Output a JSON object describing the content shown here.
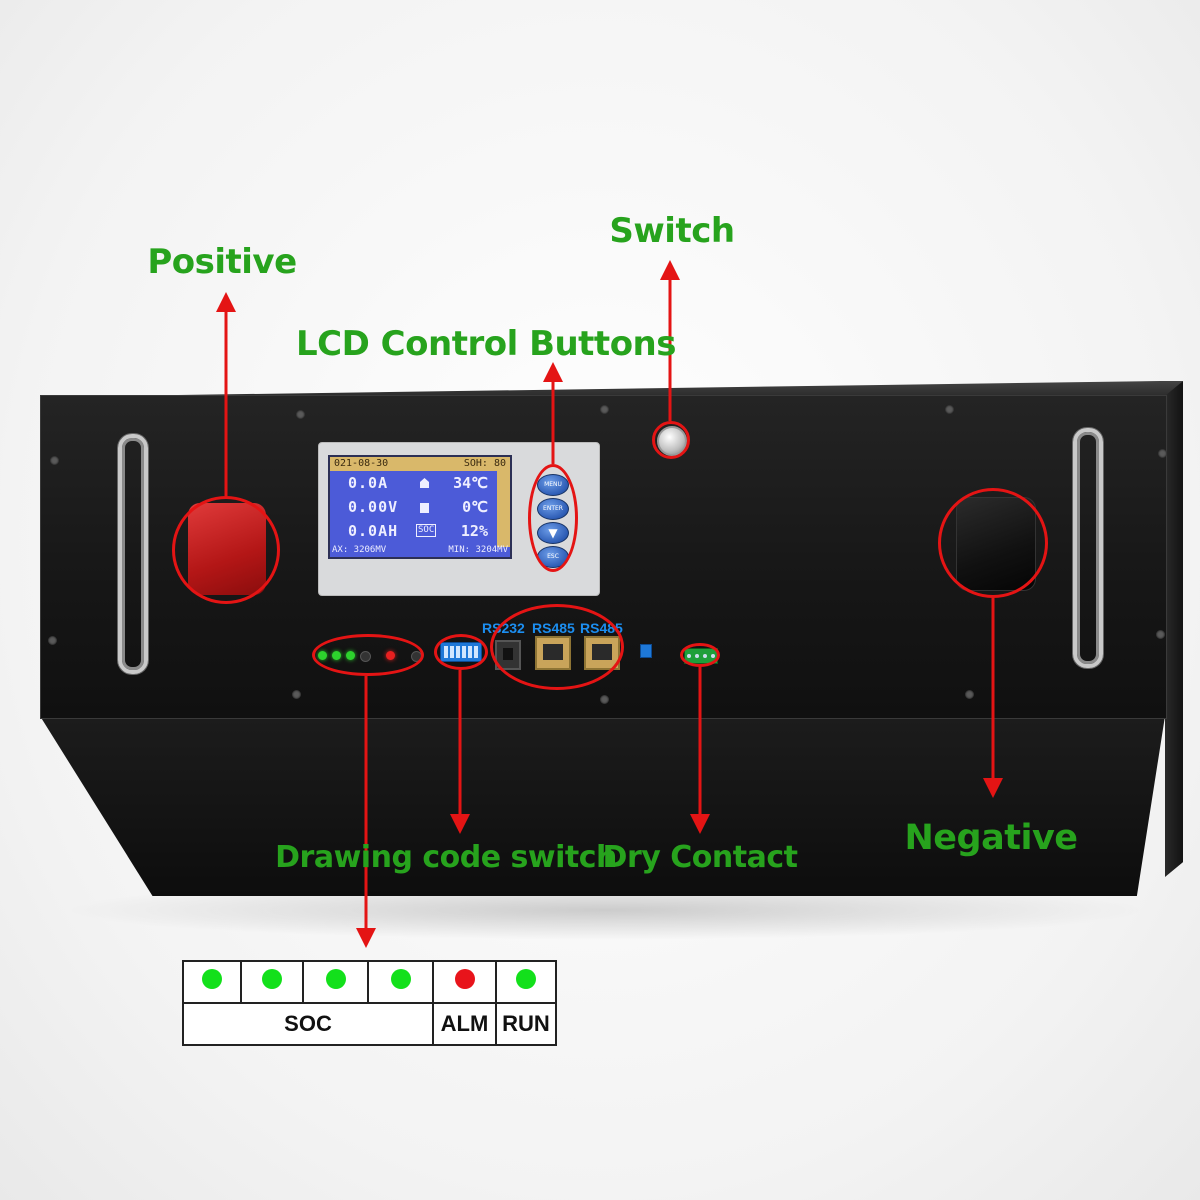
{
  "labels": {
    "positive": "Positive",
    "switch": "Switch",
    "lcd_buttons": "LCD Control Buttons",
    "negative": "Negative",
    "drawing_code_switch": "Drawing code switch",
    "dry_contact": "Dry Contact"
  },
  "lcd": {
    "date": "021-08-30",
    "soh": "SOH: 80",
    "row1_left": "0.0A",
    "row1_right": "34℃",
    "row2_left": "0.00V",
    "row2_right": "0℃",
    "row3_left": "0.0AH",
    "row3_soc": "SOC",
    "row3_right": "12%",
    "max": "AX: 3206MV",
    "min": "MIN: 3204MV"
  },
  "buttons": {
    "menu": "MENU",
    "enter": "ENTER",
    "down": "▼",
    "esc": "ESC"
  },
  "ports": {
    "rs232": "RS232",
    "rs485_a": "RS485",
    "rs485_b": "RS485"
  },
  "legend": {
    "leds": [
      "green",
      "green",
      "green",
      "green",
      "red",
      "green"
    ],
    "soc": "SOC",
    "alm": "ALM",
    "run": "RUN"
  },
  "colors": {
    "label_green": "#27a31d",
    "callout_red": "#e41414",
    "port_label_blue": "#1c8ef0",
    "led_green": "#13e01b",
    "led_red": "#e8141b"
  }
}
